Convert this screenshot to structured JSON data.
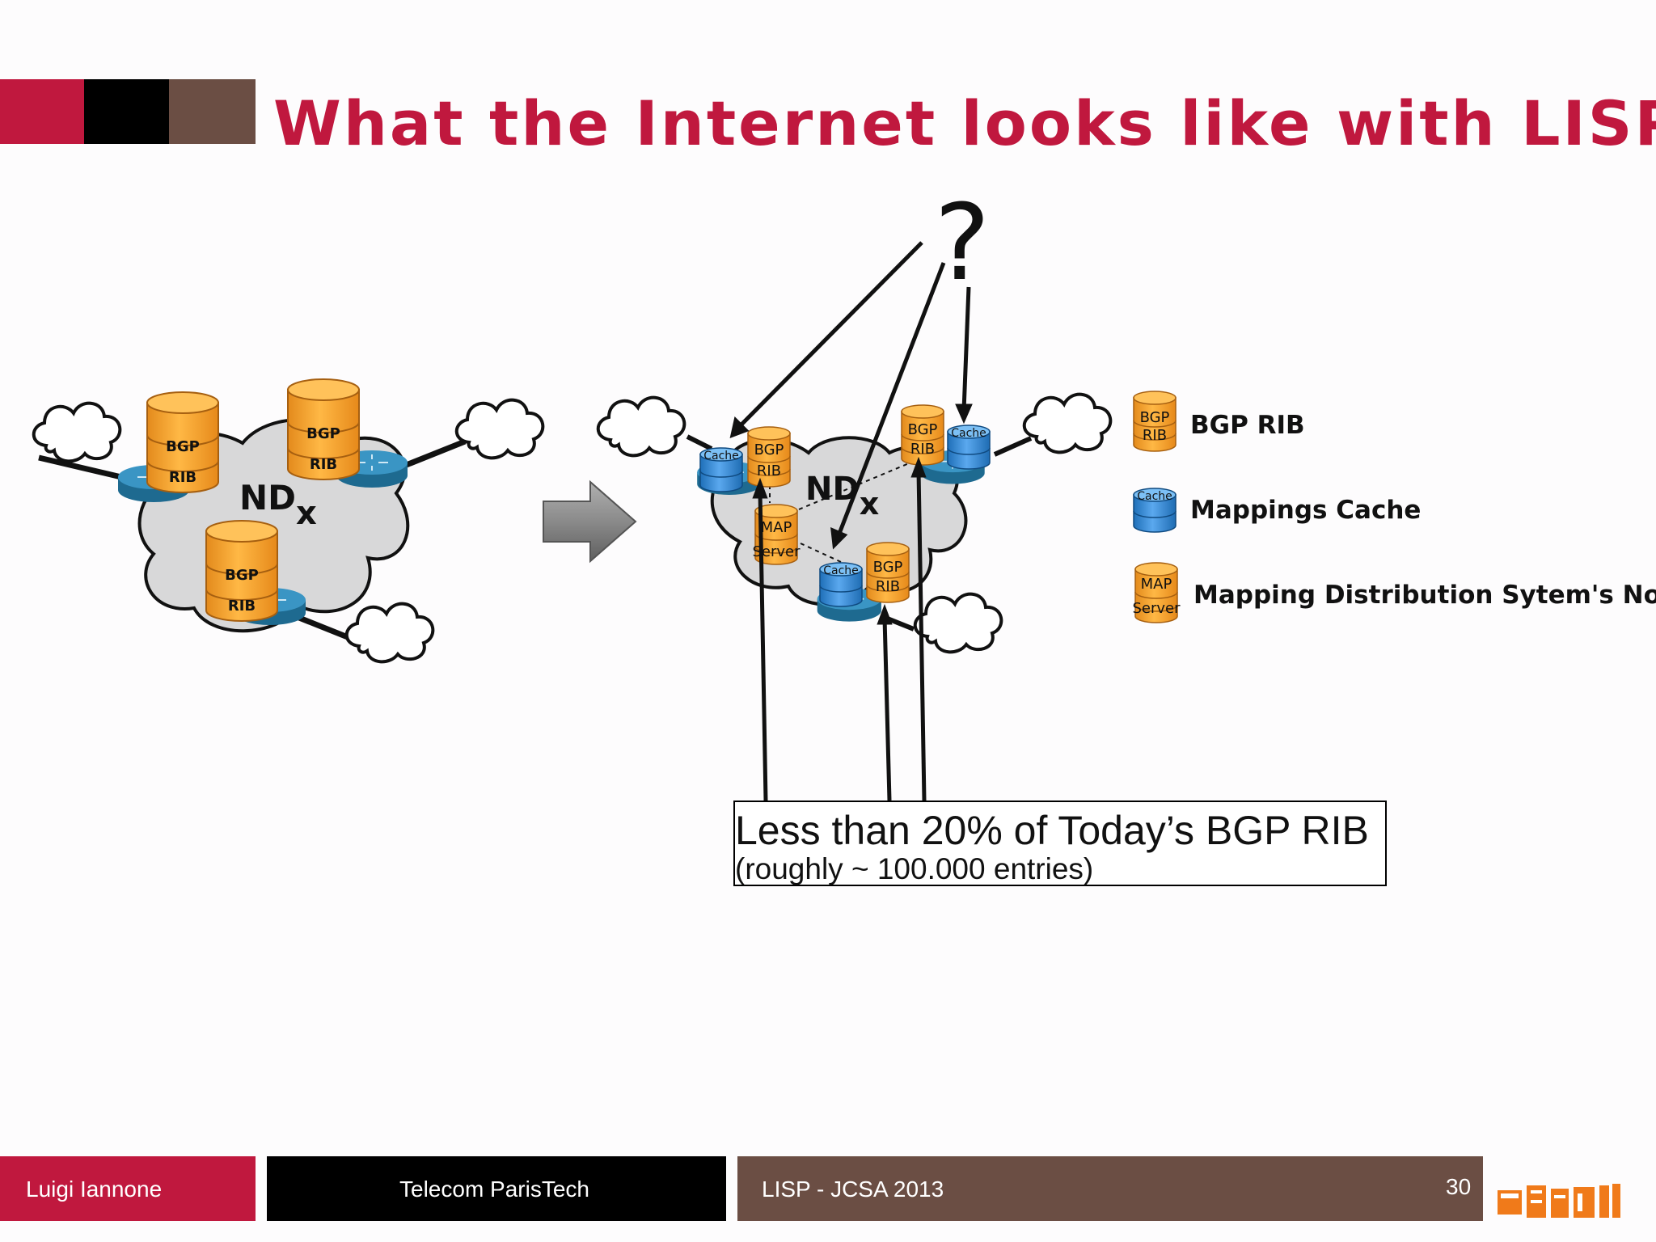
{
  "slide": {
    "title": "What the Internet looks like with LISP",
    "accent_colors": [
      "#c0183e",
      "#000000",
      "#6b4e44"
    ]
  },
  "diagram": {
    "left_network": {
      "cloud_label": "ND",
      "cloud_subscript": "x",
      "nodes": [
        {
          "type": "bgp_rib",
          "top_text": "BGP",
          "bottom_text": "RIB"
        },
        {
          "type": "bgp_rib",
          "top_text": "BGP",
          "bottom_text": "RIB"
        },
        {
          "type": "bgp_rib",
          "top_text": "BGP",
          "bottom_text": "RIB"
        }
      ]
    },
    "right_network": {
      "cloud_label": "ND",
      "cloud_subscript": "x",
      "nodes": [
        {
          "type": "cache",
          "text": "Cache"
        },
        {
          "type": "bgp_rib",
          "top_text": "BGP",
          "bottom_text": "RIB"
        },
        {
          "type": "map_server",
          "top_text": "MAP",
          "bottom_text": "Server"
        },
        {
          "type": "bgp_rib",
          "top_text": "BGP",
          "bottom_text": "RIB"
        },
        {
          "type": "cache",
          "text": "Cache"
        },
        {
          "type": "cache",
          "text": "Cache"
        },
        {
          "type": "bgp_rib",
          "top_text": "BGP",
          "bottom_text": "RIB"
        }
      ]
    },
    "question_mark": "?",
    "callout": {
      "line1": "Less than 20% of Today’s BGP RIB",
      "line2": "(roughly ~ 100.000 entries)"
    },
    "legend": [
      {
        "icon": "bgp-rib-icon",
        "icon_top": "BGP",
        "icon_bottom": "RIB",
        "label": "BGP RIB"
      },
      {
        "icon": "cache-icon",
        "icon_top": "Cache",
        "icon_bottom": "",
        "label": "Mappings Cache"
      },
      {
        "icon": "map-server-icon",
        "icon_top": "MAP",
        "icon_bottom": "Server",
        "label": "Mapping Distribution Sytem's Node"
      }
    ],
    "colors": {
      "bgp_orange": "#f5a030",
      "cache_blue": "#3f8fd6",
      "router_teal": "#2c7fa8",
      "cloud_gray": "#d8d8d9"
    }
  },
  "footer": {
    "author": "Luigi Iannone",
    "institution": "Telecom ParisTech",
    "event": "LISP - JCSA 2013",
    "page_number": "30",
    "colors": {
      "author_bg": "#c0183e",
      "institution_bg": "#000000",
      "event_bg": "#6b4e44"
    }
  }
}
